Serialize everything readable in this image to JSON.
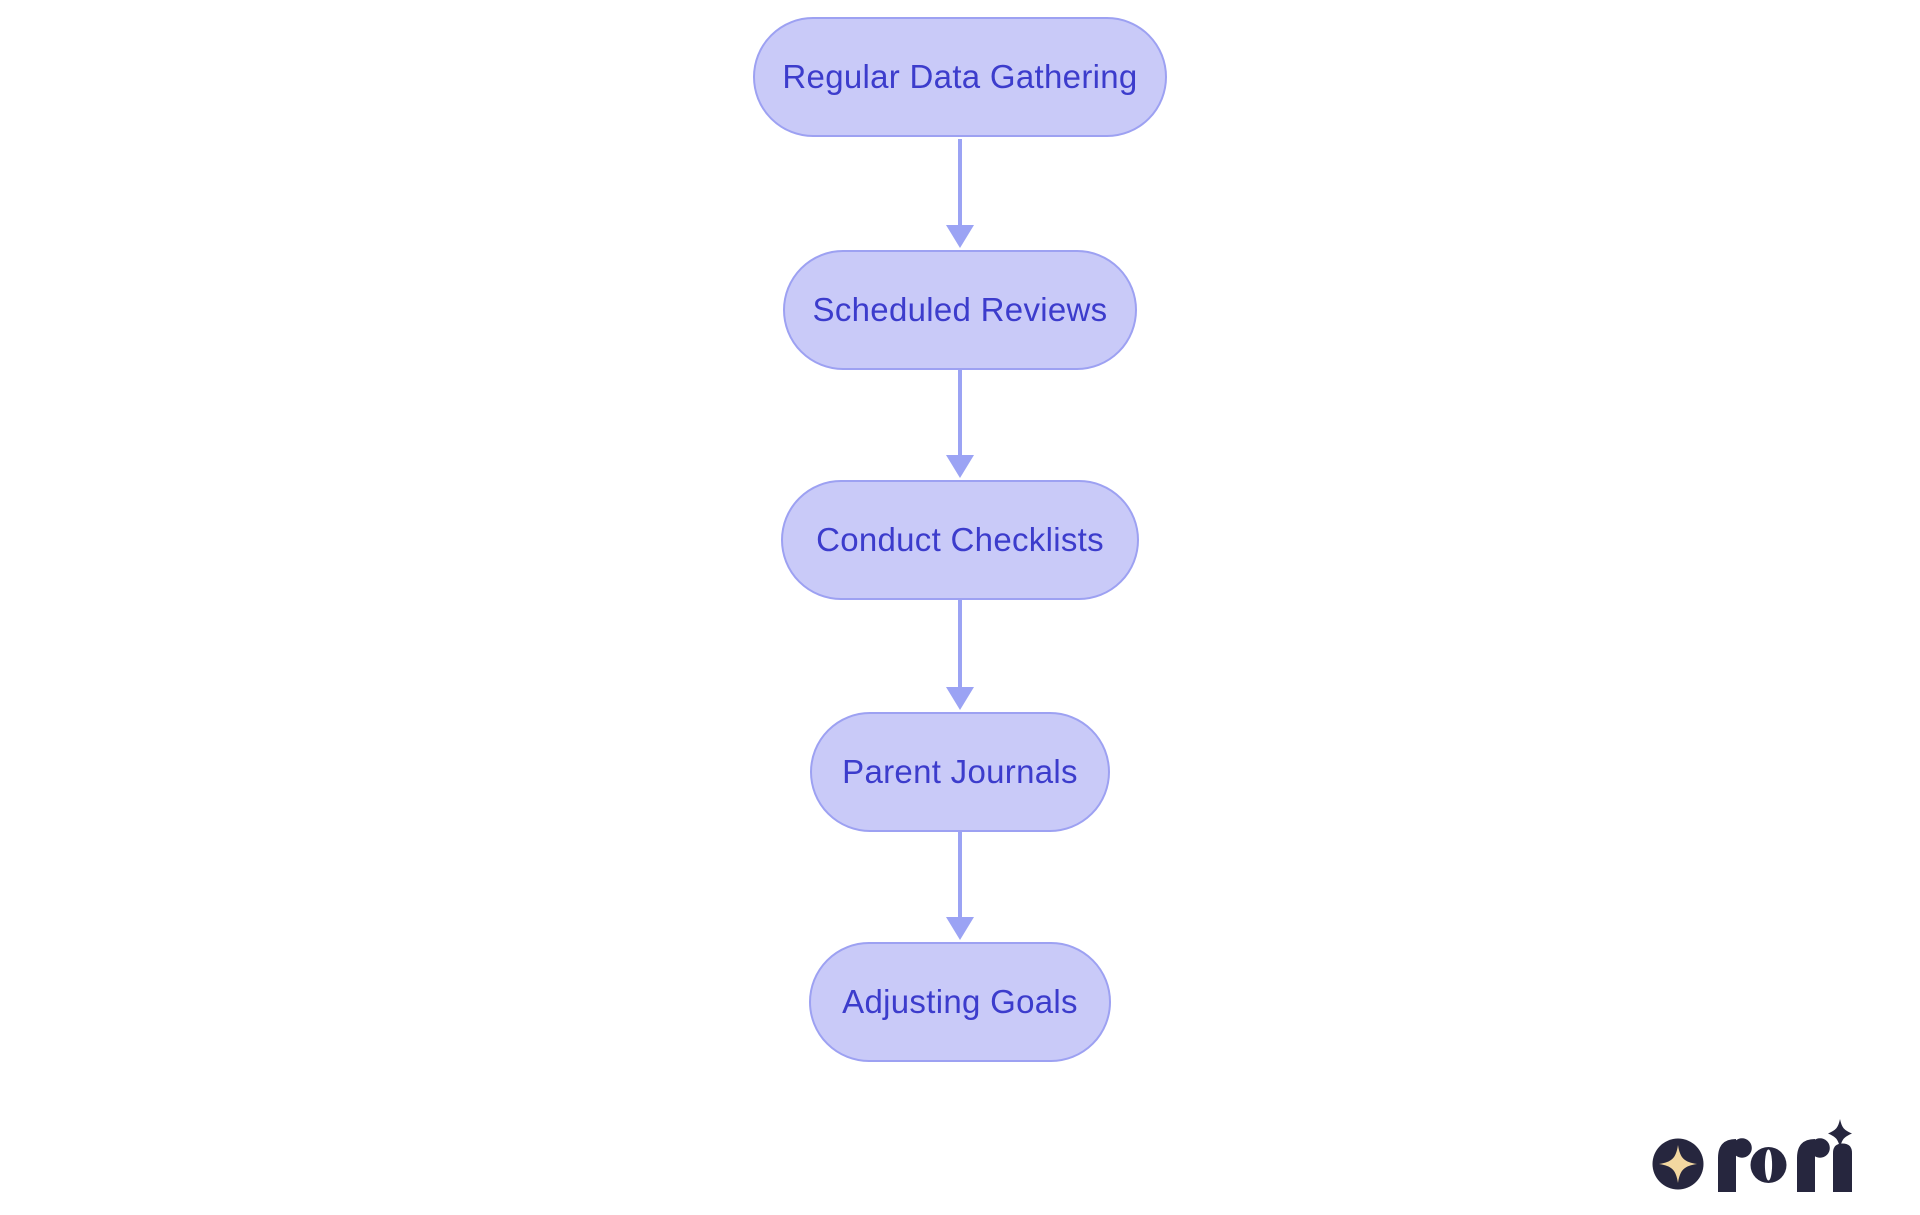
{
  "flowchart": {
    "nodes": [
      {
        "label": "Regular Data Gathering"
      },
      {
        "label": "Scheduled Reviews"
      },
      {
        "label": "Conduct Checklists"
      },
      {
        "label": "Parent Journals"
      },
      {
        "label": "Adjusting Goals"
      }
    ]
  },
  "logo": {
    "wordmark": "rori",
    "icon": "sparkle-in-circle-icon"
  },
  "theme": {
    "background": "#FFFFFF",
    "node_fill": "#C9CAF8",
    "node_border": "#9DA1F2",
    "node_text": "#3C3CCC",
    "arrow": "#9BA3F4",
    "logo_navy": "#26263E",
    "logo_star": "#F2D7A0"
  }
}
